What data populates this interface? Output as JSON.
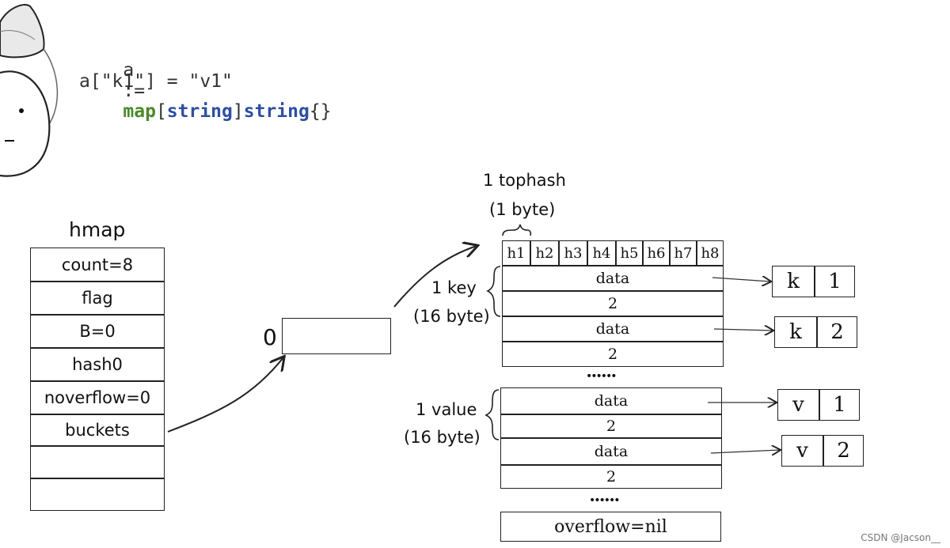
{
  "code": {
    "line1": {
      "var": "a",
      "op": ":=",
      "kw_map": "map",
      "open": "[",
      "key_type": "string",
      "close": "]",
      "val_type": "string",
      "braces": "{}"
    },
    "line2": "a[\"k1\"] = \"v1\""
  },
  "hmap": {
    "title": "hmap",
    "fields": [
      "count=8",
      "flag",
      "B=0",
      "hash0",
      "noverflow=0",
      "buckets",
      "",
      ""
    ]
  },
  "bucket_index": "0",
  "bmap": {
    "tophash_label": "1 tophash",
    "tophash_size": "(1 byte)",
    "tophash": [
      "h1",
      "h2",
      "h3",
      "h4",
      "h5",
      "h6",
      "h7",
      "h8"
    ],
    "key_label": "1 key",
    "key_size": "(16 byte)",
    "key_rows": [
      "data",
      "2",
      "data",
      "2"
    ],
    "ellipsis": "••••••",
    "value_label": "1 value",
    "value_size": "(16 byte)",
    "value_rows": [
      "data",
      "2",
      "data",
      "2"
    ],
    "overflow": "overflow=nil"
  },
  "targets": [
    {
      "a": "k",
      "b": "1"
    },
    {
      "a": "k",
      "b": "2"
    },
    {
      "a": "v",
      "b": "1"
    },
    {
      "a": "v",
      "b": "2"
    }
  ],
  "watermark": "CSDN @Jacson__"
}
